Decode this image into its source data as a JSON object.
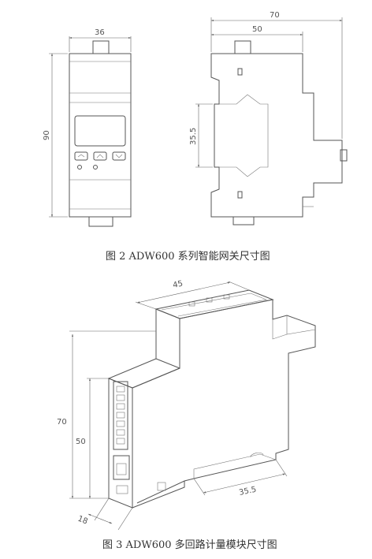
{
  "figure2": {
    "caption": "图 2 ADW600 系列智能网关尺寸图",
    "front_view": {
      "width_label": "36",
      "height_label": "90"
    },
    "side_view": {
      "total_width_label": "70",
      "body_width_label": "50",
      "rail_height_label": "35.5"
    }
  },
  "figure3": {
    "caption": "图 3 ADW600 多回路计量模块尺寸图",
    "dims": {
      "width": "45",
      "height_total": "70",
      "height_front": "50",
      "depth": "18",
      "rail": "35.5"
    }
  }
}
